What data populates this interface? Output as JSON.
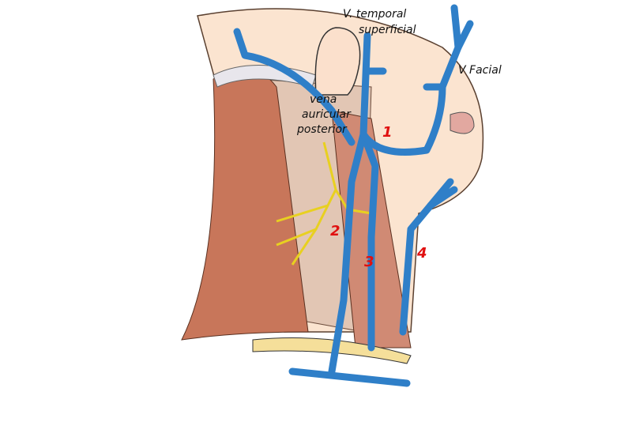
{
  "labels": {
    "temporal_line1": "V. temporal",
    "temporal_line2": "superficial",
    "facial": "V Facial",
    "auricular_line1": "vena",
    "auricular_line2": "auricular",
    "auricular_line3": "posterior"
  },
  "numbers": [
    "1",
    "2",
    "3",
    "4"
  ],
  "colors": {
    "vein": "#2f7fc8",
    "muscle": "#c8765a",
    "nerve": "#e8d020",
    "skin": "#fbe4d0"
  }
}
